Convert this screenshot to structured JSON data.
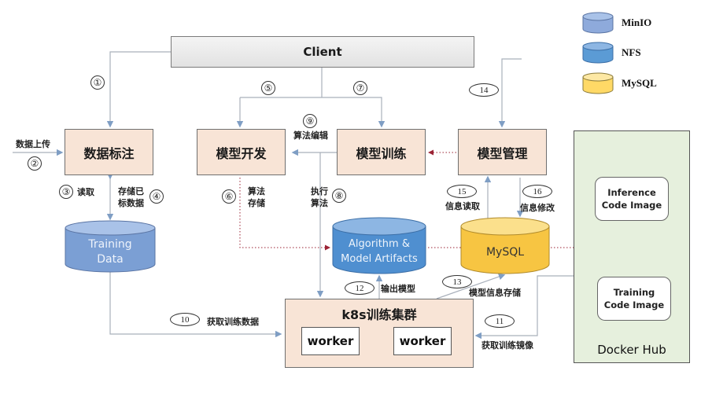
{
  "client": {
    "label": "Client"
  },
  "modules": {
    "data_labeling": "数据标注",
    "model_dev": "模型开发",
    "model_training": "模型训练",
    "model_mgmt": "模型管理"
  },
  "storage": {
    "training_data": [
      "Training",
      "Data"
    ],
    "artifacts": [
      "Algorithm &",
      "Model Artifacts"
    ],
    "mysql": "MySQL"
  },
  "cluster": {
    "title": "k8s训练集群",
    "workers": [
      "worker",
      "worker"
    ]
  },
  "docker_hub": {
    "title": "Docker Hub",
    "inference_image": [
      "Inference",
      "Code Image"
    ],
    "training_image": [
      "Training",
      "Code Image"
    ]
  },
  "legend": [
    {
      "label": "MinIO",
      "color": "#8eaadb"
    },
    {
      "label": "NFS",
      "color": "#5b9bd5"
    },
    {
      "label": "MySQL",
      "color": "#ffd966"
    }
  ],
  "steps": {
    "s1": "①",
    "s2": "②",
    "s3": "③",
    "s4": "④",
    "s5": "⑤",
    "s6": "⑥",
    "s7": "⑦",
    "s8": "⑧",
    "s9": "⑨",
    "s10": "10",
    "s11": "11",
    "s12": "12",
    "s13": "13",
    "s14": "14",
    "s15": "15",
    "s16": "16"
  },
  "edge_labels": {
    "upload": "数据上传",
    "read": "读取",
    "store_labeled": [
      "存储已",
      "标数据"
    ],
    "alg_store": [
      "算法",
      "存储"
    ],
    "alg_edit": "算法编辑",
    "exec_alg": [
      "执行",
      "算法"
    ],
    "info_read": "信息读取",
    "info_modify": "信息修改",
    "get_train_data": "获取训练数据",
    "output_model": "输出模型",
    "model_info_store": "模型信息存储",
    "get_train_image": "获取训练镜像"
  },
  "colors": {
    "module_fill": "#f8e4d6",
    "docker_fill": "#e6f0dd",
    "arrow": "#9aa7b8",
    "dotted_arrow": "#9b2335"
  }
}
